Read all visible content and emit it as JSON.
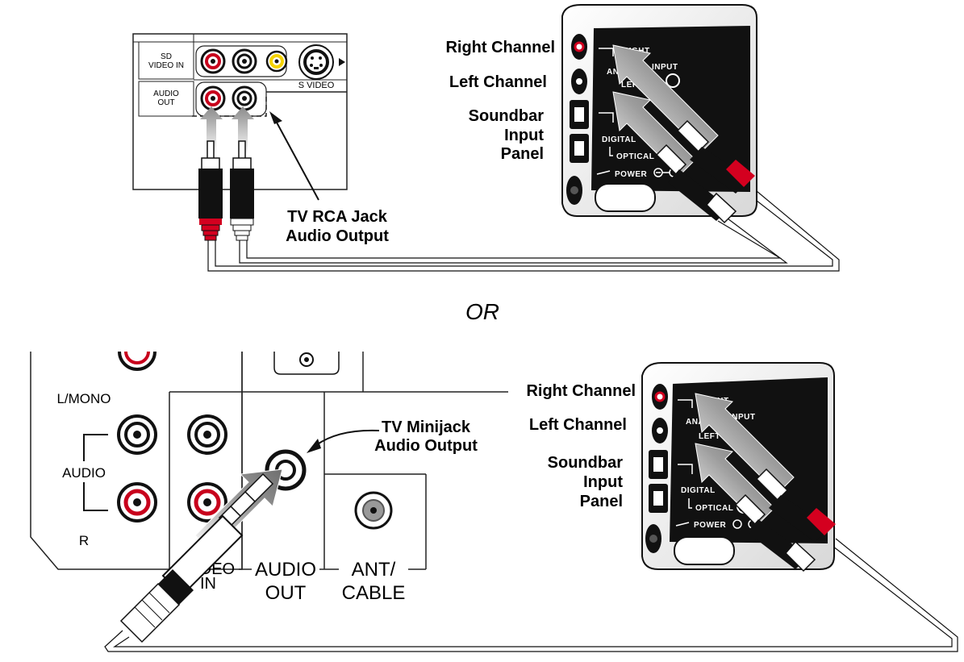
{
  "colors": {
    "red_plug": "#d4001f",
    "yellow_jack": "#f5d300",
    "cable": "#9a9a9a",
    "panel_black": "#111111"
  },
  "top": {
    "tv_labels": {
      "sd_video_in_1": "SD",
      "sd_video_in_2": "VIDEO IN",
      "audio_out_1": "AUDIO",
      "audio_out_2": "OUT",
      "s_video": "S VIDEO"
    },
    "callout_1": "TV RCA Jack",
    "callout_2": "Audio Output",
    "soundbar": {
      "right_channel": "Right Channel",
      "left_channel": "Left Channel",
      "panel_1": "Soundbar",
      "panel_2": "Input",
      "panel_3": "Panel",
      "panel_texts": {
        "right": "RIGHT",
        "analog": "ANALOG",
        "input": "INPUT",
        "left": "LEFT",
        "digital": "DIGITAL",
        "optical": "OPTICAL",
        "power": "POWER"
      }
    }
  },
  "or_text": "OR",
  "bottom": {
    "tv_labels": {
      "l_mono": "L/MONO",
      "audio": "AUDIO",
      "r": "R",
      "video_in_1": "VIDEO",
      "video_in_2": "IN",
      "audio_out_1": "AUDIO",
      "audio_out_2": "OUT",
      "ant_cable_1": "ANT/",
      "ant_cable_2": "CABLE"
    },
    "callout_1": "TV Minijack",
    "callout_2": "Audio Output",
    "soundbar": {
      "right_channel": "Right Channel",
      "left_channel": "Left Channel",
      "panel_1": "Soundbar",
      "panel_2": "Input",
      "panel_3": "Panel",
      "panel_texts": {
        "right": "RIGHT",
        "analog": "ANALOG",
        "input": "INPUT",
        "left": "LEFT",
        "digital": "DIGITAL",
        "optical": "OPTICAL",
        "power": "POWER"
      }
    }
  }
}
